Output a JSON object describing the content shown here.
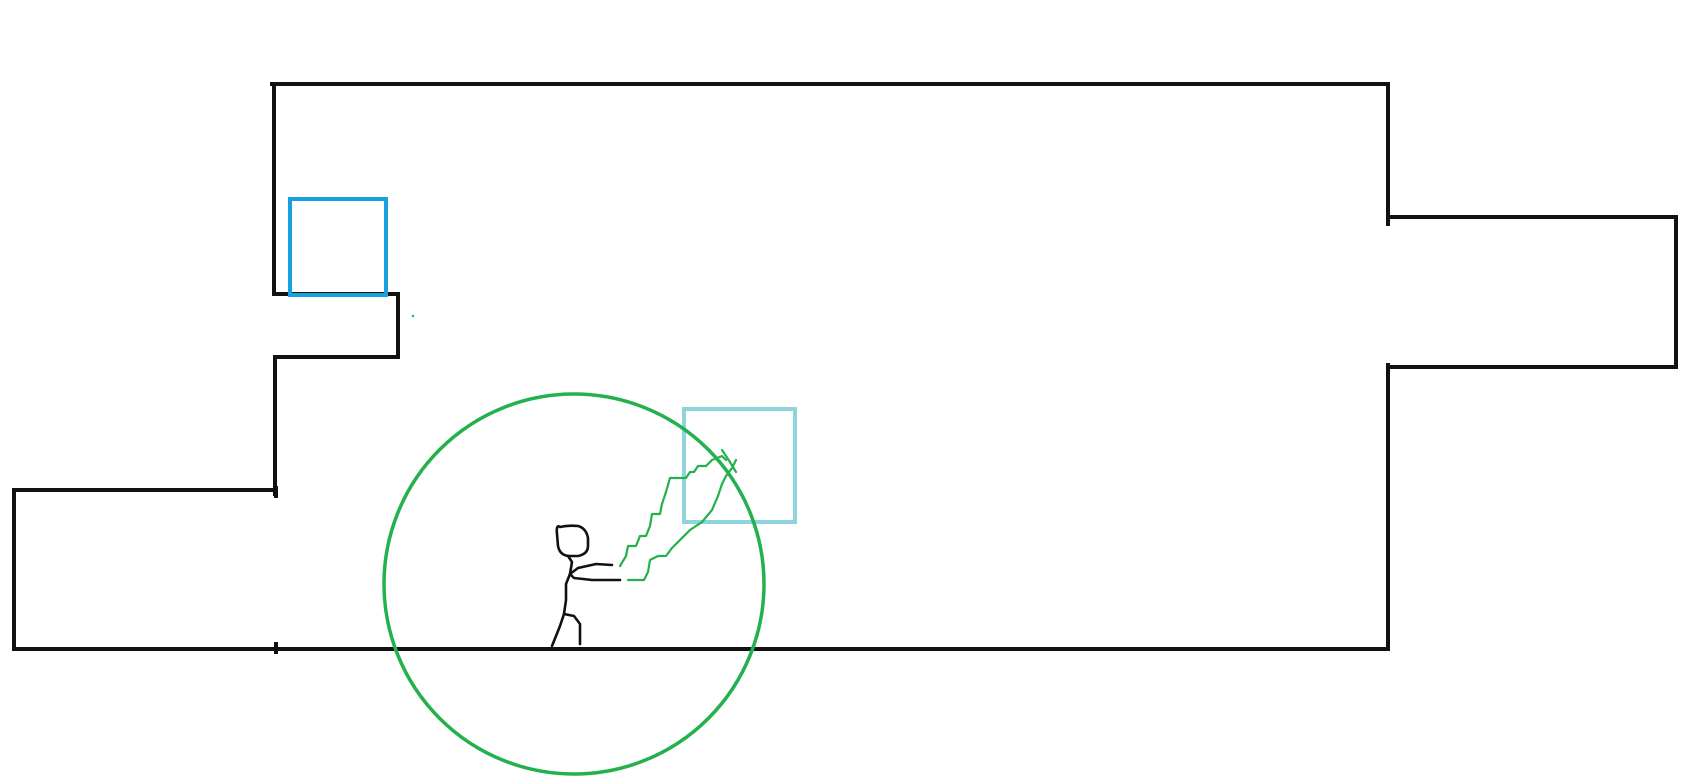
{
  "canvas": {
    "background": "#ffffff"
  },
  "colors": {
    "walls": "#111111",
    "box_blue": "#1a9fe0",
    "box_light_blue": "#8fd4dd",
    "range_circle": "#22b14c",
    "beam": "#22b14c",
    "stick_figure": "#111111"
  },
  "elements": {
    "room": "map-outline",
    "left_box": "blue-square",
    "right_box": "light-blue-square",
    "range": "green-circle",
    "player": "stick-figure",
    "beam": "green-zigzag-beam"
  }
}
